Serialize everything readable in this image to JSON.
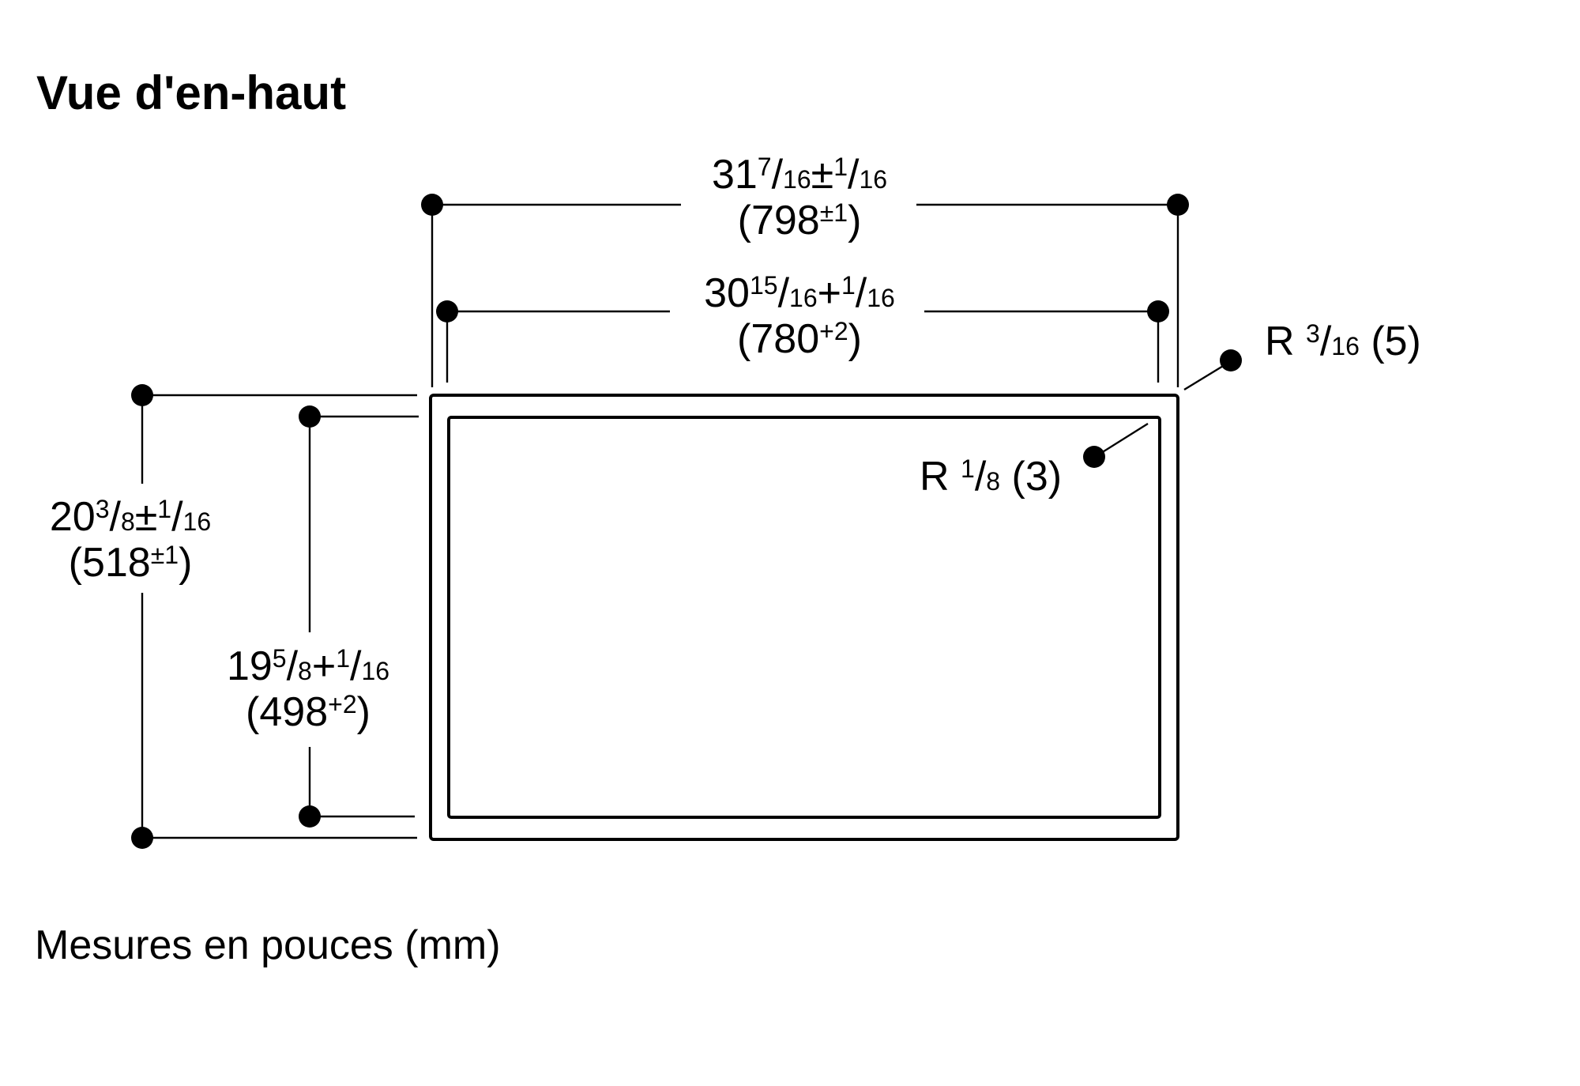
{
  "title": "Vue d'en-haut",
  "footer": "Mesures en pouces (mm)",
  "dimensions": {
    "outer_width": {
      "inch_whole": "31",
      "inch_frac": "7",
      "inch_den": "16",
      "tol_sign": "±",
      "tol_num": "1",
      "tol_den": "16",
      "mm": "798",
      "mm_tol": "±1"
    },
    "inner_width": {
      "inch_whole": "30",
      "inch_frac": "15",
      "inch_den": "16",
      "tol_sign": "+",
      "tol_num": "1",
      "tol_den": "16",
      "mm": "780",
      "mm_tol": "+2"
    },
    "outer_depth": {
      "inch_whole": "20",
      "inch_frac": "3",
      "inch_den": "8",
      "tol_sign": "±",
      "tol_num": "1",
      "tol_den": "16",
      "mm": "518",
      "mm_tol": "±1"
    },
    "inner_depth": {
      "inch_whole": "19",
      "inch_frac": "5",
      "inch_den": "8",
      "tol_sign": "+",
      "tol_num": "1",
      "tol_den": "16",
      "mm": "498",
      "mm_tol": "+2"
    }
  },
  "radii": {
    "outer": {
      "prefix": "R",
      "num": "3",
      "den": "16",
      "mm": "(5)"
    },
    "inner": {
      "prefix": "R",
      "num": "1",
      "den": "8",
      "mm": "(3)"
    }
  },
  "colors": {
    "ink": "#000000",
    "background": "#ffffff"
  }
}
